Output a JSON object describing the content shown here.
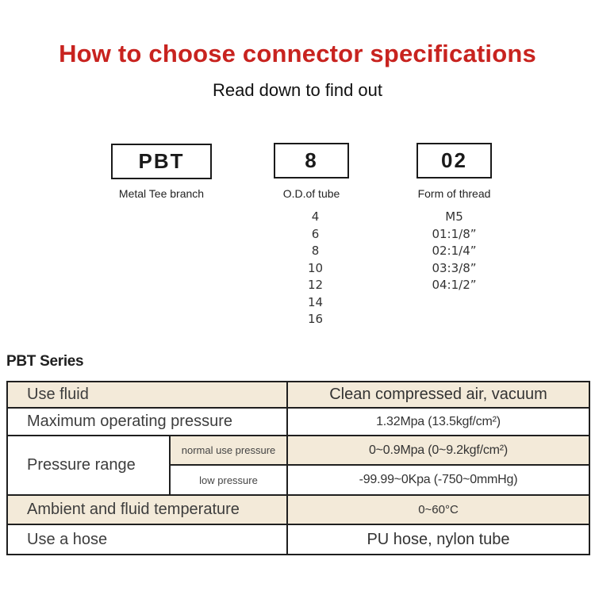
{
  "header": {
    "title": "How to choose connector specifications",
    "subtitle": "Read down to find out"
  },
  "code_diagram": {
    "boxes": [
      {
        "code": "PBT",
        "label": "Metal Tee branch"
      },
      {
        "code": "8",
        "label": "O.D.of tube"
      },
      {
        "code": "02",
        "label": "Form of thread"
      }
    ],
    "od_options": [
      "4",
      "6",
      "8",
      "10",
      "12",
      "14",
      "16"
    ],
    "thread_options": [
      "M5",
      "01:1/8”",
      "02:1/4”",
      "03:3/8”",
      "04:1/2”"
    ]
  },
  "series": {
    "heading": "PBT Series"
  },
  "spec_table": {
    "rows": [
      {
        "label": "Use fluid",
        "value": "Clean compressed air, vacuum"
      },
      {
        "label": "Maximum operating pressure",
        "value": "1.32Mpa (13.5kgf/cm²)"
      },
      {
        "label": "Pressure range",
        "sub": [
          {
            "label": "normal use pressure",
            "value": "0~0.9Mpa (0~9.2kgf/cm²)"
          },
          {
            "label": "low pressure",
            "value": "-99.99~0Kpa (-750~0mmHg)"
          }
        ]
      },
      {
        "label": "Ambient and fluid temperature",
        "value": "0~60°C"
      },
      {
        "label": "Use a hose",
        "value": "PU hose, nylon tube"
      }
    ]
  },
  "colors": {
    "accent_red": "#c8231f",
    "row_beige": "#f3ead9",
    "table_border": "#1f1f1f"
  }
}
